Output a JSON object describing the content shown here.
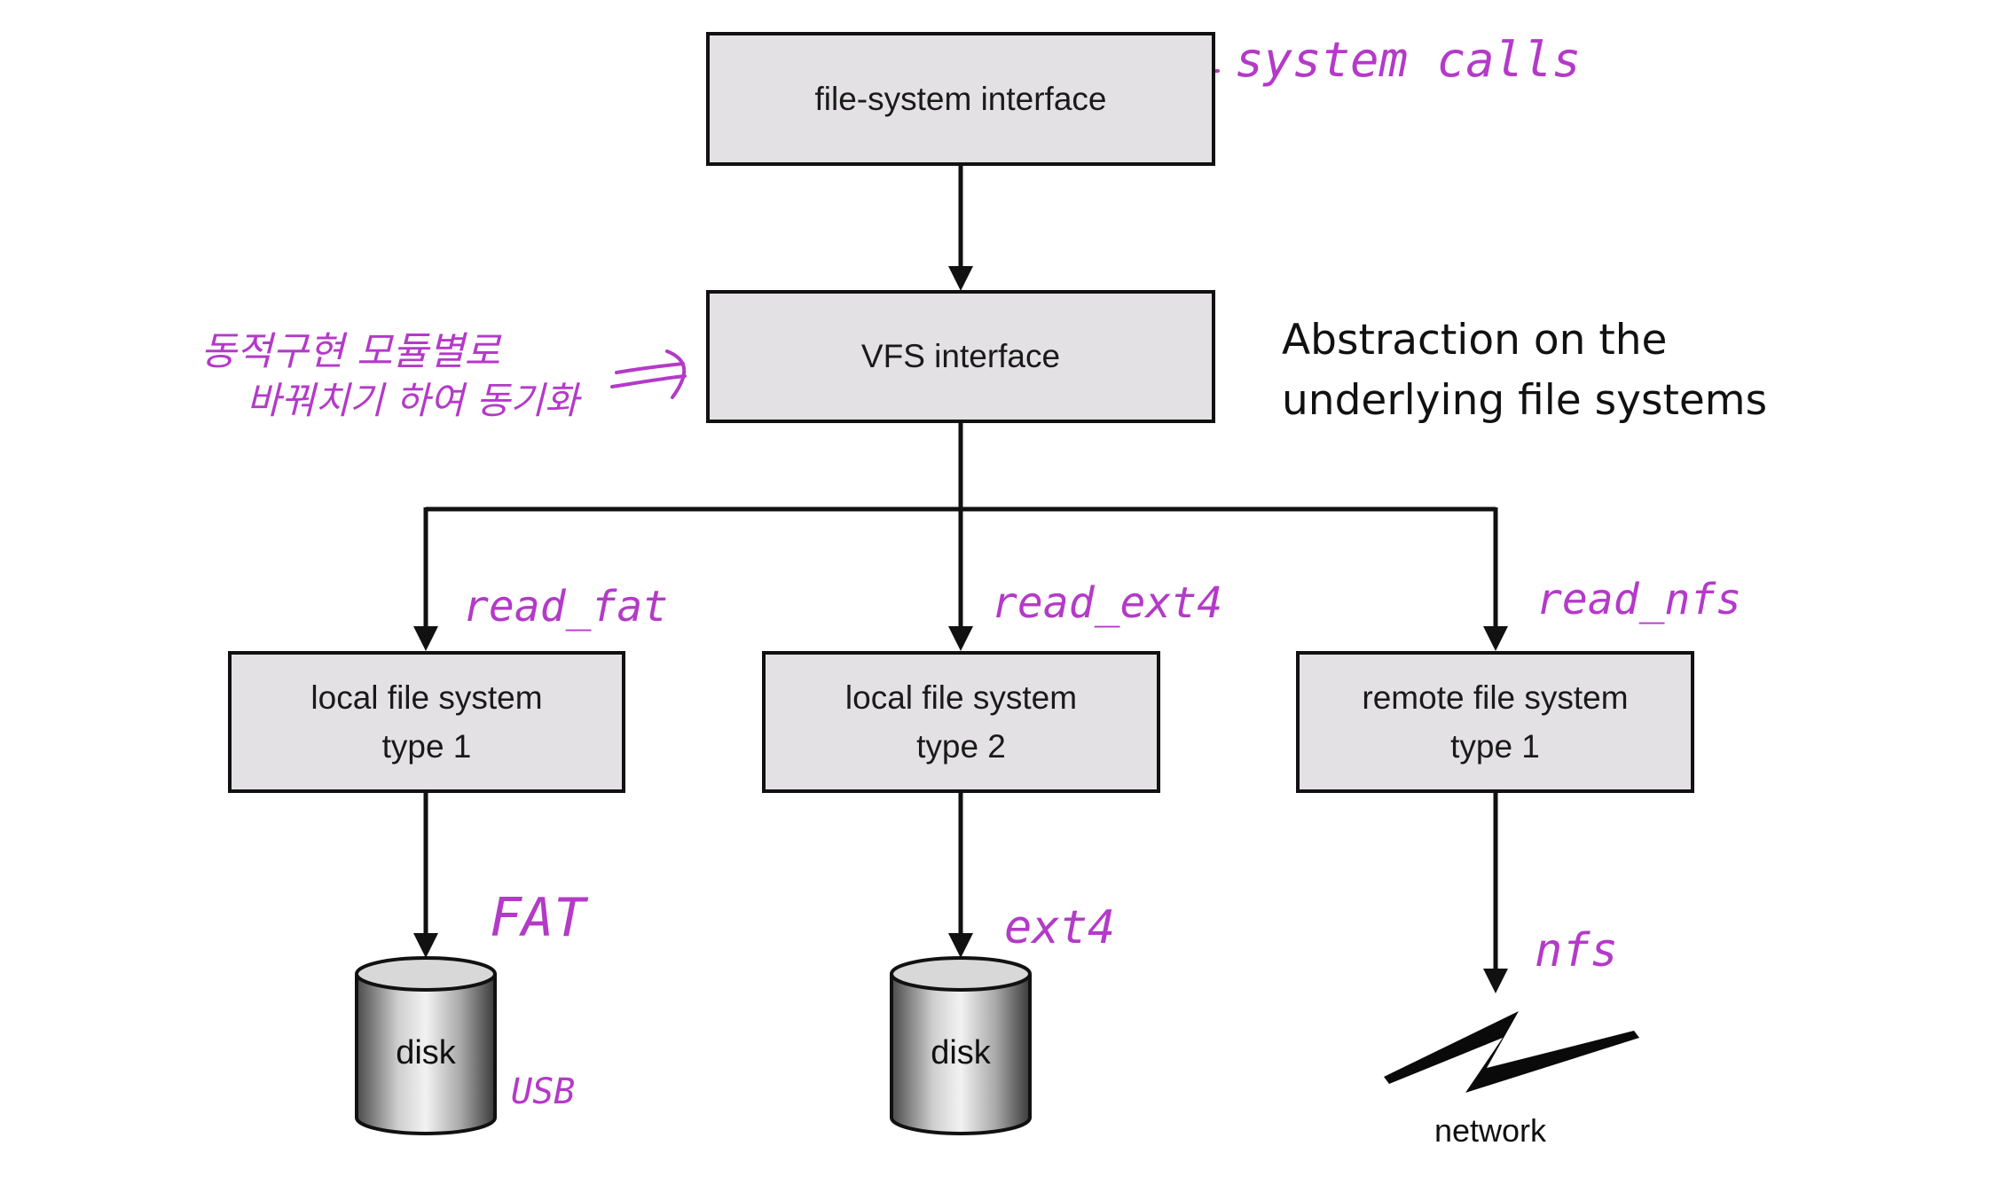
{
  "boxes": {
    "fs_interface": "file-system interface",
    "vfs_interface": "VFS interface",
    "local1": {
      "line1": "local file system",
      "line2": "type 1"
    },
    "local2": {
      "line1": "local file system",
      "line2": "type 2"
    },
    "remote1": {
      "line1": "remote file system",
      "line2": "type 1"
    }
  },
  "side_note": {
    "line1": "Abstraction on the",
    "line2": "underlying file systems"
  },
  "devices": {
    "disk1": "disk",
    "disk2": "disk",
    "network": "network"
  },
  "handwritten": {
    "system_calls": "system calls",
    "korean_line1": "동적구현 모듈별로",
    "korean_line2": "바꿔치기 하여 동기화",
    "read_fat": "read_fat",
    "read_ext4": "read_ext4",
    "read_nfs": "read_nfs",
    "fat": "FAT",
    "usb": "USB",
    "ext4": "ext4",
    "nfs": "nfs"
  },
  "colors": {
    "box_fill": "#e3e1e3",
    "annotation": "#b43ac8",
    "line": "#111111"
  }
}
